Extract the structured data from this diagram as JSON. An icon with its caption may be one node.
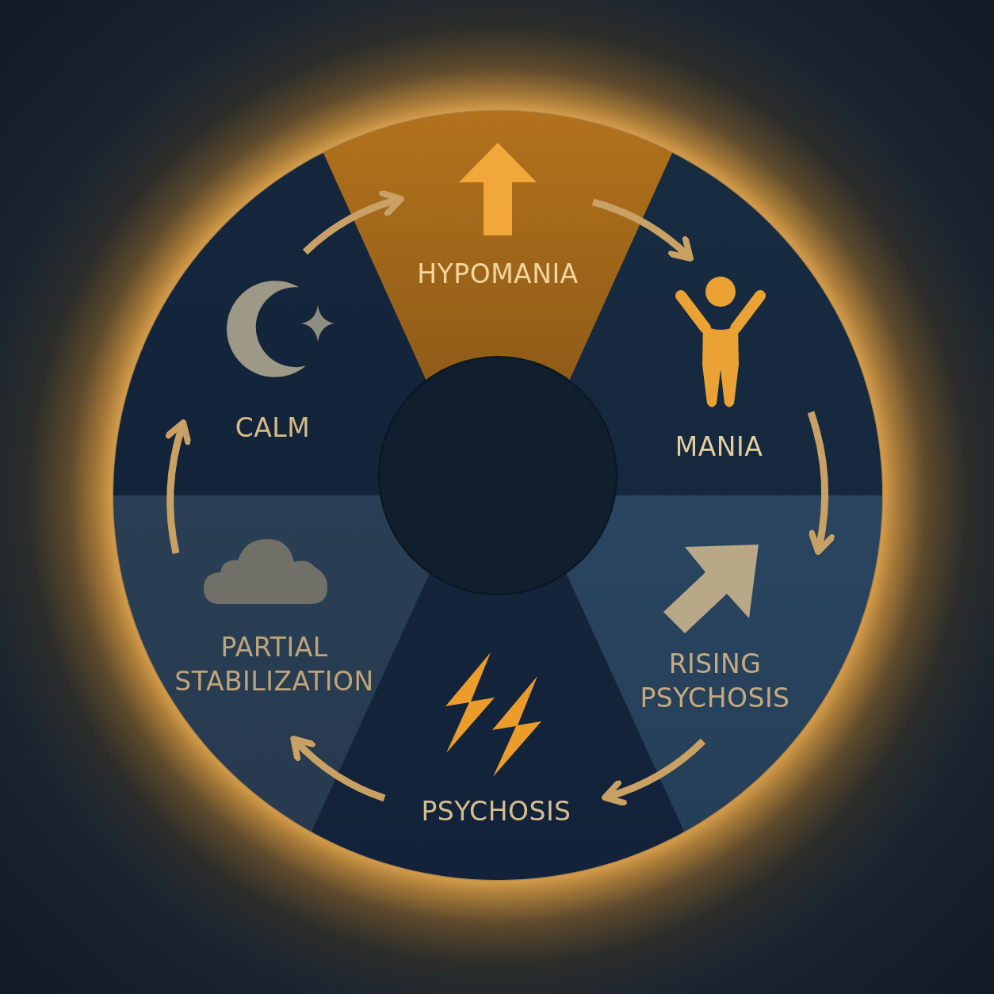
{
  "diagram": {
    "nodes": [
      {
        "text": [
          "CALM"
        ]
      },
      {
        "text": [
          "HYPOMANIA"
        ]
      },
      {
        "text": [
          "MANIA"
        ]
      },
      {
        "text": [
          "RISING PSYCHOSIS"
        ]
      },
      {
        "text": [
          "PSYCHOSIS"
        ]
      },
      {
        "text": [
          "PARTIAL STABILIZATION"
        ]
      },
      {
        "text": [],
        "shape": "circle"
      }
    ],
    "edges": [
      {
        "from": 0,
        "to": 1,
        "arrow": "to"
      },
      {
        "from": 1,
        "to": 2,
        "arrow": "to"
      },
      {
        "from": 2,
        "to": 3,
        "arrow": "to"
      },
      {
        "from": 3,
        "to": 4,
        "arrow": "to"
      },
      {
        "from": 4,
        "to": 5,
        "arrow": "to"
      },
      {
        "from": 5,
        "to": 0,
        "arrow": "to"
      }
    ]
  }
}
